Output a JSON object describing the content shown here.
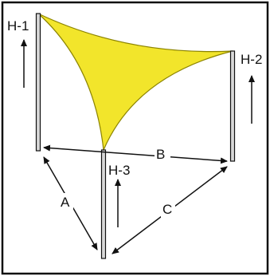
{
  "diagram": {
    "sail_color": "#f2e52b",
    "sail_outline": "#8c8400",
    "post_color": "#d8d8d8",
    "labels": {
      "h1": "H-1",
      "h2": "H-2",
      "h3": "H-3",
      "a": "A",
      "b": "B",
      "c": "C"
    }
  }
}
